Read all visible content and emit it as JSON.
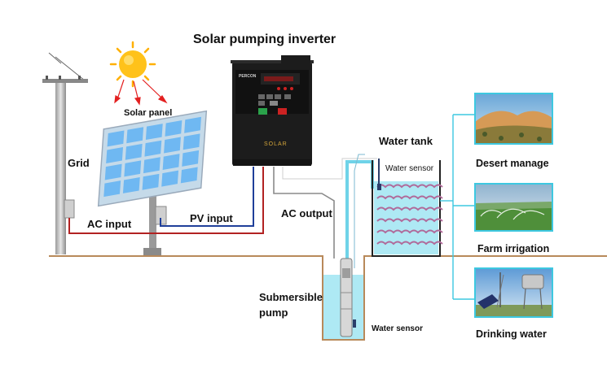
{
  "title": "Solar pumping inverter",
  "labels": {
    "solar_panel": "Solar panel",
    "grid": "Grid",
    "ac_input": "AC input",
    "pv_input": "PV input",
    "ac_output": "AC output",
    "water_tank": "Water tank",
    "water_sensor_tank": "Water sensor",
    "submersible_pump_line1": "Submersible",
    "submersible_pump_line2": "pump",
    "water_sensor_well": "Water sensor"
  },
  "inverter": {
    "brand": "PERCON",
    "front_label": "SOLAR"
  },
  "applications": [
    {
      "label": "Desert manage"
    },
    {
      "label": "Farm irrigation"
    },
    {
      "label": "Drinking water"
    }
  ],
  "colors": {
    "ac_wire": "#b22222",
    "pv_wire": "#1f3f9a",
    "pipe": "#6fd3e8",
    "water": "#aee9f4",
    "wave": "#b06a9a",
    "ground": "#b8895a",
    "sun": "#ffc21a",
    "panel_cell": "#6fb8f2",
    "inverter_body": "#1c1c1c",
    "photo_border": "#3dc8e0"
  }
}
